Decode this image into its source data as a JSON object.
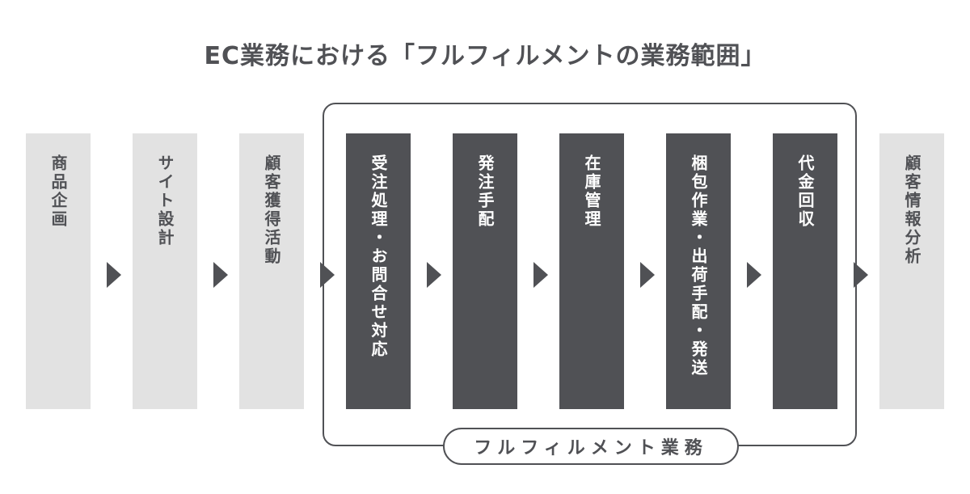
{
  "title": "EC業務における「フルフィルメントの業務範囲」",
  "frame_label": "フルフィルメント業務",
  "colors": {
    "light_box": "#e2e2e2",
    "dark_box": "#505155",
    "text": "#505155"
  },
  "steps": [
    {
      "label": "商品企画",
      "style": "light"
    },
    {
      "label": "サイト設計",
      "style": "light"
    },
    {
      "label": "顧客獲得活動",
      "style": "light"
    },
    {
      "label": "受注処理・お問合せ対応",
      "style": "dark"
    },
    {
      "label": "発注手配",
      "style": "dark"
    },
    {
      "label": "在庫管理",
      "style": "dark"
    },
    {
      "label": "梱包作業・出荷手配・発送",
      "style": "dark"
    },
    {
      "label": "代金回収",
      "style": "dark"
    },
    {
      "label": "顧客情報分析",
      "style": "light"
    }
  ]
}
